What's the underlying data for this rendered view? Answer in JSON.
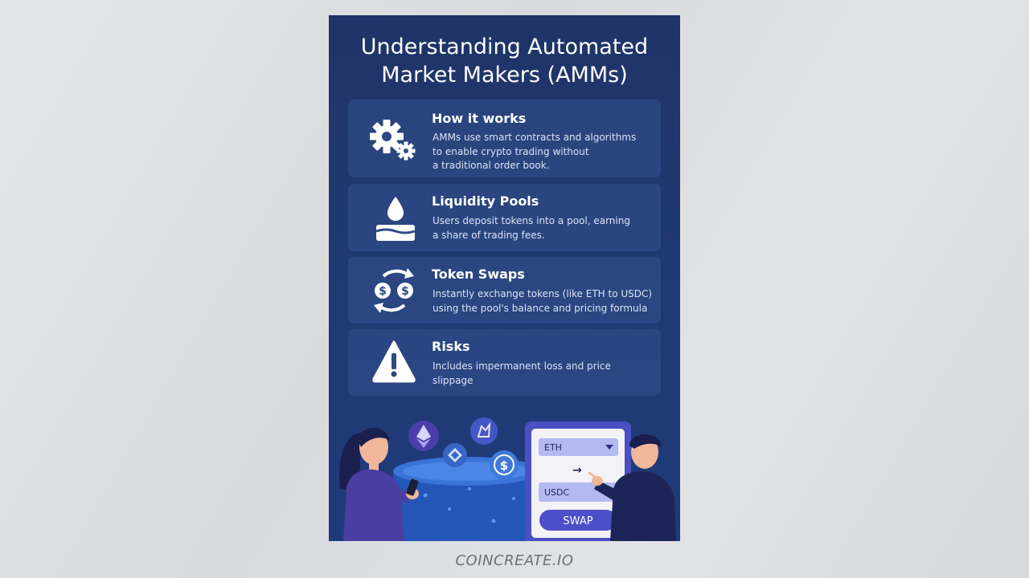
{
  "title": "Understanding Automated Market Makers (AMMs)",
  "sections": [
    {
      "heading": "How it works",
      "text": "AMMs use smart contracts and algorithms\nto enable crypto trading without\na traditional order book.",
      "icon": "gears-icon"
    },
    {
      "heading": "Liquidity Pools",
      "text": "Users deposit tokens into a pool, earning\na share of trading fees.",
      "icon": "liquidity-pool-icon"
    },
    {
      "heading": "Token Swaps",
      "text": "Instantly exchange tokens (like ETH to USDC)\nusing the pool's balance and pricing formula",
      "icon": "currency-swap-icon"
    },
    {
      "heading": "Risks",
      "text": "Includes impermanent loss and price\nslippage",
      "icon": "warning-icon"
    }
  ],
  "swap_widget": {
    "from_token": "ETH",
    "to_token": "USDC",
    "button_label": "SWAP"
  },
  "footer": "COINCREATE.IO",
  "colors": {
    "poster_bg": "#213a73",
    "card_bg": "#2e4a85",
    "swap_button": "#4b4fc9",
    "token_field": "#b3b9f1"
  }
}
